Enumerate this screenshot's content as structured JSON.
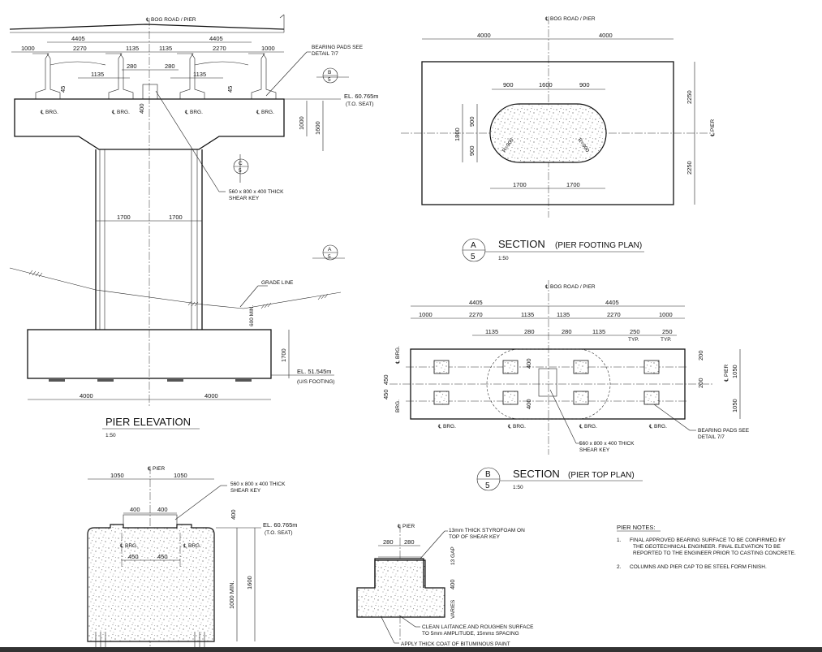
{
  "elevation": {
    "road_pier_label": "℄ BOG ROAD / PIER",
    "top_dims": [
      "4405",
      "4405"
    ],
    "sub_dims": [
      "1000",
      "2270",
      "1135",
      "1135",
      "2270",
      "1000"
    ],
    "mid_dims": [
      "1135",
      "280",
      "280",
      "1135"
    ],
    "small_dims": [
      "45",
      "45",
      "400"
    ],
    "brg_labels": [
      "℄ BRG.",
      "℄ BRG.",
      "℄ BRG.",
      "℄ BRG."
    ],
    "bearing_note_1": "BEARING PADS SEE",
    "bearing_note_2": "DETAIL 7/7",
    "el_top": "EL. 60.765m",
    "el_top_sub": "(T.O. SEAT)",
    "cap_dims": [
      "1000",
      "1600"
    ],
    "shear_key_note_1": "560 x 800 x 400 THICK",
    "shear_key_note_2": "SHEAR KEY",
    "column_dims": [
      "1700",
      "1700"
    ],
    "grade_line": "GRADE LINE",
    "min_cover": "600 MIN.",
    "footing_height": "1700",
    "el_bottom": "EL. 51.545m",
    "el_bottom_sub": "(U/S FOOTING)",
    "footing_dims": [
      "4000",
      "4000"
    ],
    "title": "PIER ELEVATION",
    "scale": "1:50",
    "marker_b": {
      "letter": "B",
      "sheet": "5"
    },
    "marker_c": {
      "letter": "C",
      "sheet": "5"
    },
    "marker_a": {
      "letter": "A",
      "sheet": "5"
    }
  },
  "footing_plan": {
    "road_pier_label": "℄ BOG ROAD / PIER",
    "top_dims": [
      "4000",
      "4000"
    ],
    "inner_dims": [
      "900",
      "1600",
      "900"
    ],
    "side_dims": [
      "900",
      "900"
    ],
    "overall_side": "1800",
    "radius_labels": [
      "R=900",
      "R=900"
    ],
    "bottom_dims": [
      "1700",
      "1700"
    ],
    "right_dims": [
      "2250",
      "2250"
    ],
    "pier_label": "℄ PIER",
    "title_marker": {
      "letter": "A",
      "sheet": "5"
    },
    "title": "SECTION",
    "title_sub": "(PIER FOOTING PLAN)",
    "scale": "1:50"
  },
  "top_plan": {
    "road_pier_label": "℄ BOG ROAD / PIER",
    "top_dims": [
      "4405",
      "4405"
    ],
    "sub_dims": [
      "1000",
      "2270",
      "1135",
      "1135",
      "2270",
      "1000"
    ],
    "mid_dims": [
      "1135",
      "280",
      "280",
      "1135",
      "250",
      "250"
    ],
    "typ": [
      "TYP.",
      "TYP."
    ],
    "left_dims": [
      "450",
      "450"
    ],
    "brg_side": [
      "℄ BRG.",
      "BRG."
    ],
    "pad_dims": [
      "200",
      "200",
      "400",
      "400"
    ],
    "right_dims": [
      "1050",
      "1050"
    ],
    "pier_label": "℄ PIER",
    "brg_bottom": [
      "℄ BRG.",
      "℄ BRG.",
      "℄ BRG.",
      "℄ BRG."
    ],
    "bearing_note_1": "BEARING PADS SEE",
    "bearing_note_2": "DETAIL 7/7",
    "shear_key_note_1": "560 x 800 x 400 THICK",
    "shear_key_note_2": "SHEAR KEY",
    "title_marker": {
      "letter": "B",
      "sheet": "5"
    },
    "title": "SECTION",
    "title_sub": "(PIER TOP PLAN)",
    "scale": "1:50"
  },
  "section_c": {
    "pier_label": "℄ PIER",
    "top_dims": [
      "1050",
      "1050"
    ],
    "shear_dims": [
      "400",
      "400"
    ],
    "shear_key_note_1": "560 x 800 x 400 THICK",
    "shear_key_note_2": "SHEAR KEY",
    "side_dims": [
      "400"
    ],
    "el_top": "EL. 60.765m",
    "el_top_sub": "(T.O. SEAT)",
    "brg_labels": [
      "℄ BRG.",
      "℄ BRG."
    ],
    "pad_dims": [
      "450",
      "450"
    ],
    "height_dims": [
      "1000 MIN.",
      "1600"
    ]
  },
  "shear_key_detail": {
    "pier_label": "℄ PIER",
    "top_dims": [
      "280",
      "280"
    ],
    "styrofoam_1": "13mm THICK STYROFOAM ON",
    "styrofoam_2": "TOP OF SHEAR KEY",
    "gap": "13 GAP",
    "height": "400",
    "varies": "VARIES",
    "note_clean_1": "CLEAN LAITANCE AND ROUGHEN SURFACE",
    "note_clean_2": "TO 5mm AMPLITUDE, 15mm± SPACING",
    "note_paint": "APPLY THICK COAT OF BITUMINOUS PAINT"
  },
  "notes": {
    "heading": "PIER NOTES:",
    "items": [
      {
        "num": "1.",
        "lines": [
          "FINAL APPROVED BEARING SURFACE TO BE CONFIRMED BY",
          "THE GEOTECHNICAL ENGINEER.  FINAL ELEVATION TO BE",
          "REPORTED TO THE ENGINEER PRIOR TO CASTING CONCRETE."
        ]
      },
      {
        "num": "2.",
        "lines": [
          "COLUMNS AND PIER CAP TO BE STEEL FORM FINISH."
        ]
      }
    ]
  }
}
